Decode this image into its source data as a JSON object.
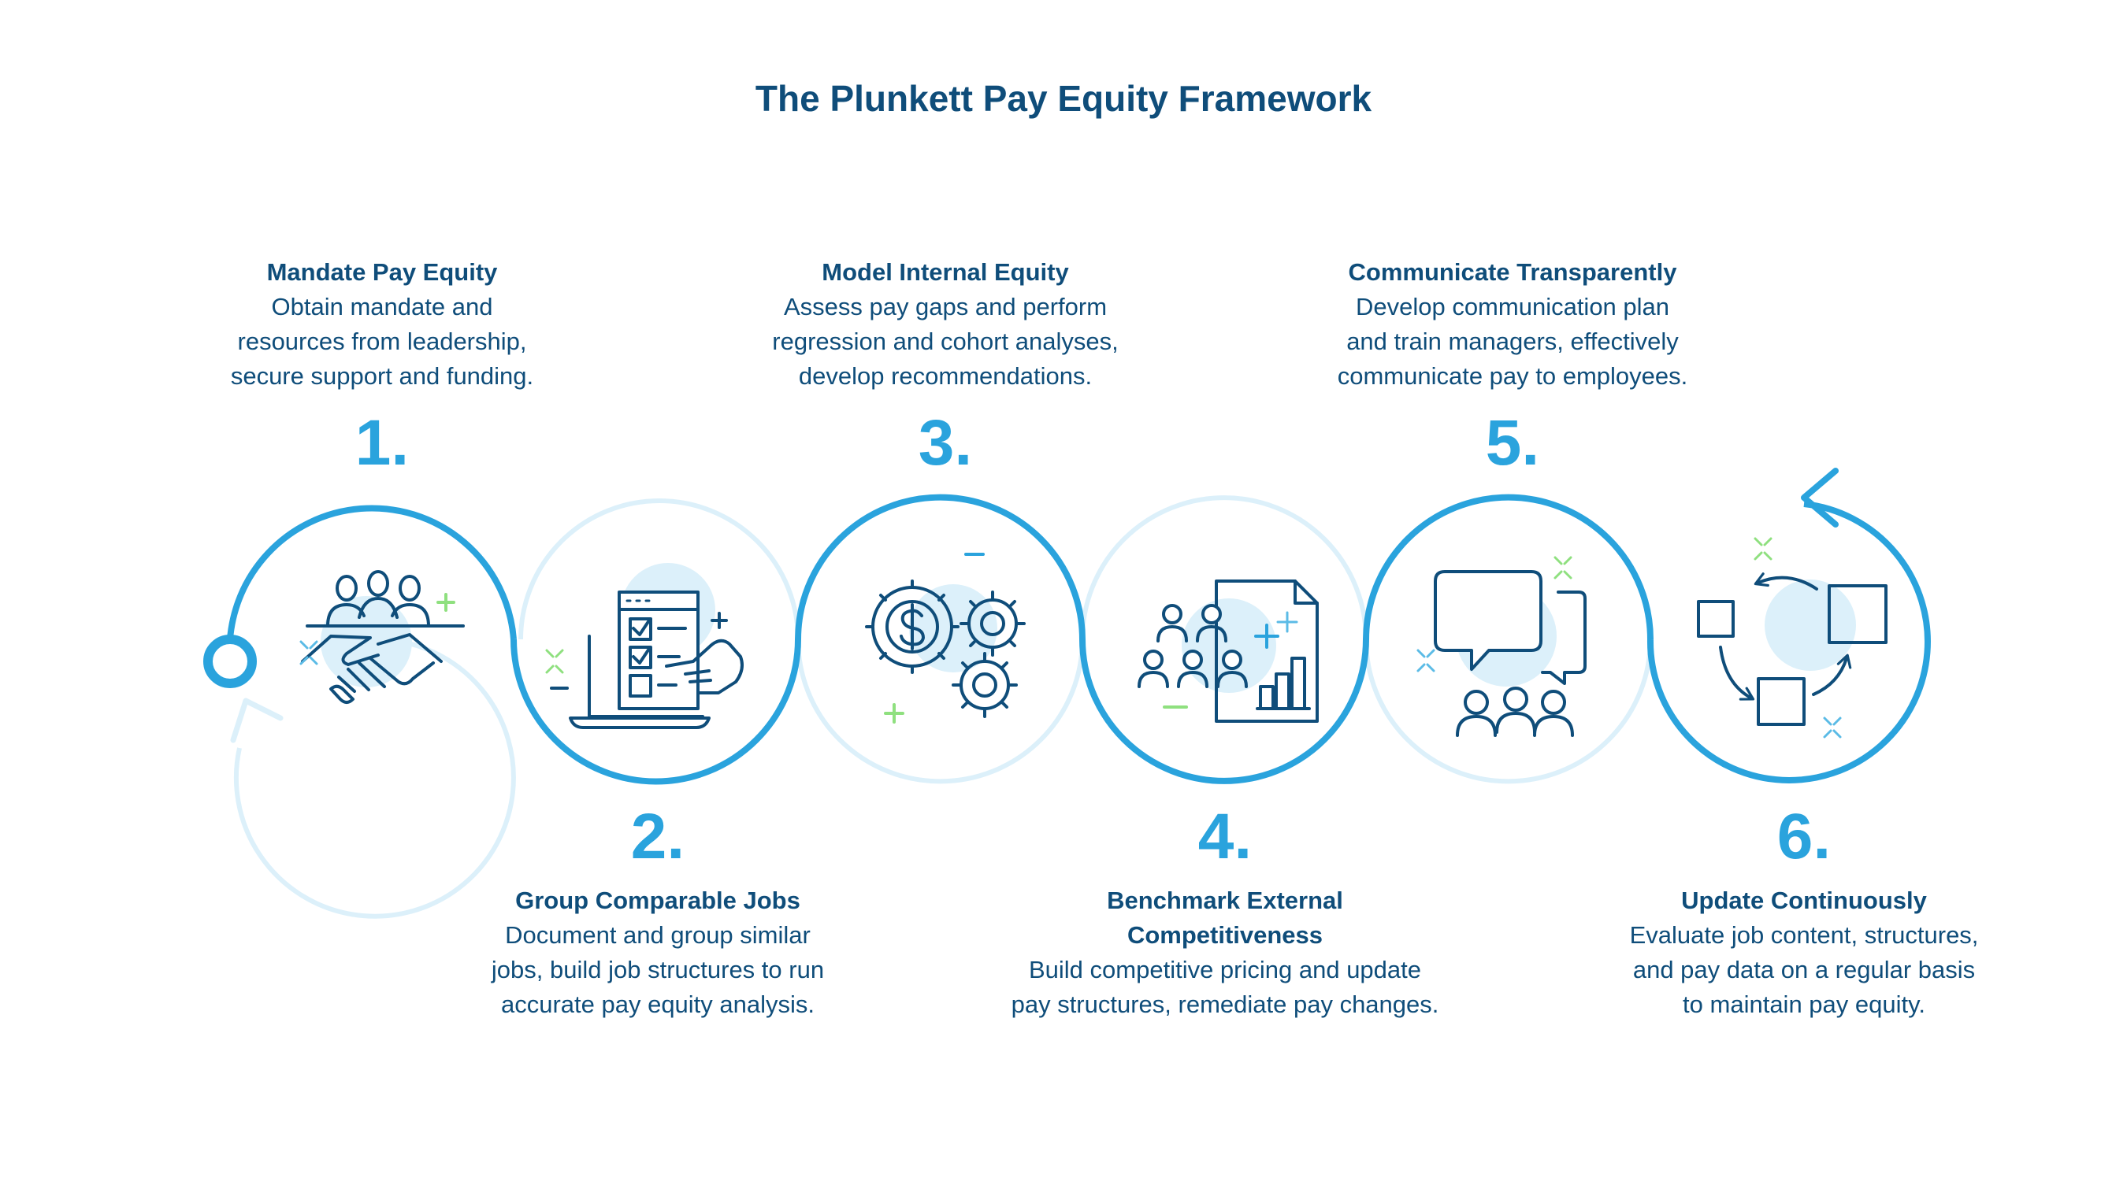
{
  "title": "The Plunkett Pay Equity Framework",
  "colors": {
    "ring_strong": "#2aa3dd",
    "ring_light": "#dcf0fa",
    "icon_stroke": "#0f4d7a",
    "blob": "#dcf0fa",
    "accent_green": "#8fe07f",
    "accent_blue": "#5bbbe6",
    "heading_text": "#0f4d7a",
    "number_text": "#2aa3dd"
  },
  "steps": [
    {
      "number": "1.",
      "heading": "Mandate Pay Equity",
      "lines": [
        "Obtain mandate and",
        "resources from leadership,",
        "secure support and funding."
      ],
      "icon": "handshake-team-icon"
    },
    {
      "number": "2.",
      "heading": "Group Comparable Jobs",
      "lines": [
        "Document and group similar",
        "jobs, build job structures to run",
        "accurate pay equity analysis."
      ],
      "icon": "laptop-checklist-icon"
    },
    {
      "number": "3.",
      "heading": "Model Internal Equity",
      "lines": [
        "Assess pay gaps and perform",
        "regression and cohort analyses,",
        "develop recommendations."
      ],
      "icon": "gears-dollar-icon"
    },
    {
      "number": "4.",
      "heading": "Benchmark External",
      "heading2": "Competitiveness",
      "lines": [
        "Build competitive pricing and update",
        "pay structures, remediate pay changes."
      ],
      "icon": "people-report-icon"
    },
    {
      "number": "5.",
      "heading": "Communicate Transparently",
      "lines": [
        "Develop communication plan",
        "and train managers, effectively",
        "communicate pay to employees."
      ],
      "icon": "speech-bubbles-people-icon"
    },
    {
      "number": "6.",
      "heading": "Update Continuously",
      "lines": [
        "Evaluate job content, structures,",
        "and pay data on a regular basis",
        "to maintain pay equity."
      ],
      "icon": "cycle-squares-icon"
    }
  ]
}
